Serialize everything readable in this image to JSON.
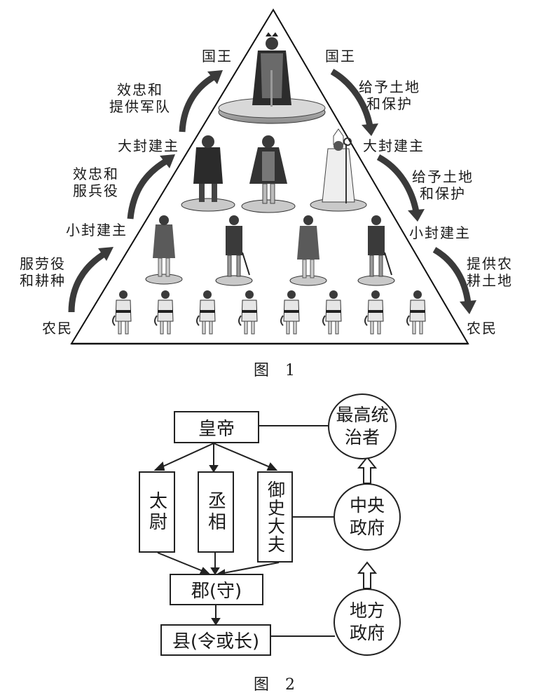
{
  "figure1": {
    "caption": "图 1",
    "left_labels": {
      "king": "国王",
      "great_lord": "大封建主",
      "small_lord": "小封建主",
      "peasant": "农民"
    },
    "right_labels": {
      "king": "国王",
      "great_lord": "大封建主",
      "small_lord": "小封建主",
      "peasant": "农民"
    },
    "upward_duties": [
      {
        "line1": "效忠和",
        "line2": "提供军队"
      },
      {
        "line1": "效忠和",
        "line2": "服兵役"
      },
      {
        "line1": "服劳役",
        "line2": "和耕种"
      }
    ],
    "downward_grants": [
      {
        "line1": "给予土地",
        "line2": "和保护"
      },
      {
        "line1": "给予土地",
        "line2": "和保护"
      },
      {
        "line1": "提供农",
        "line2": "耕土地"
      }
    ],
    "tiers": {
      "king_count": 1,
      "great_lord_count": 3,
      "small_lord_count": 4,
      "peasant_count": 8
    }
  },
  "figure2": {
    "caption": "图 2",
    "emperor": "皇帝",
    "ministers": [
      "太尉",
      "丞相",
      "御史大夫"
    ],
    "commandery": "郡(守)",
    "county": "县(令或长)",
    "roles": {
      "supreme": "最高统\n治者",
      "central": "中央\n政府",
      "local": "地方\n政府"
    }
  }
}
